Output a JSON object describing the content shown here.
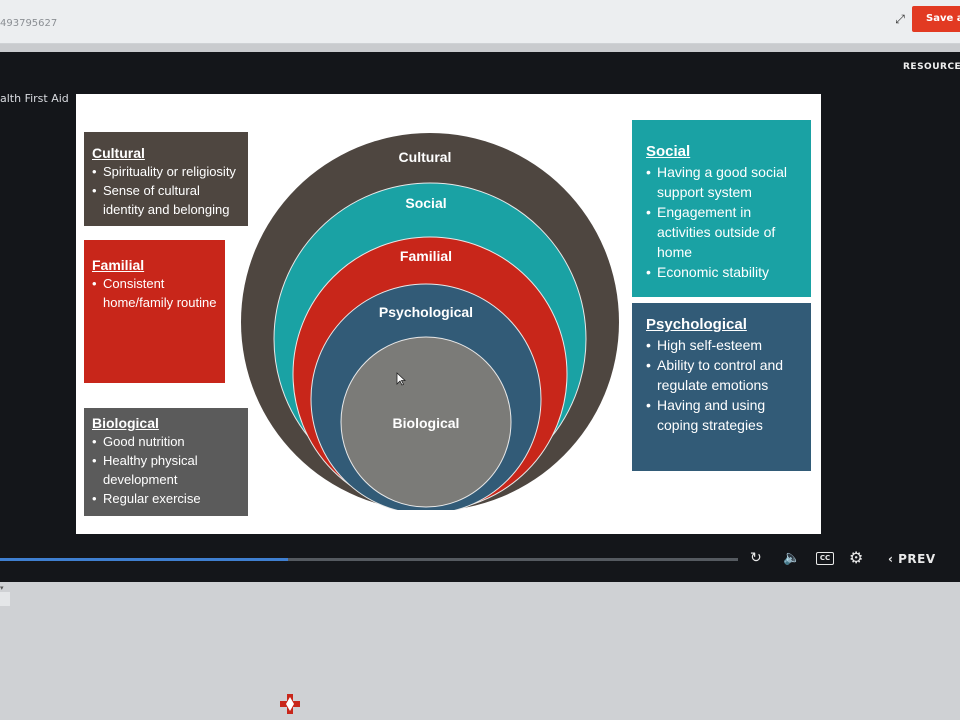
{
  "browser": {
    "doc_id": "493795627",
    "save_label": "Save ar"
  },
  "player": {
    "course_title": "alth First Aid",
    "resources_label": "RESOURCE",
    "progress_fraction": 0.39,
    "prev_label": "PREV",
    "cc_label": "CC"
  },
  "slide": {
    "diagram_rings": [
      "Cultural",
      "Social",
      "Familial",
      "Psychological",
      "Biological"
    ],
    "ring_colors": {
      "cultural": "#4e4640",
      "social": "#1aa2a4",
      "familial": "#c8261a",
      "psychological": "#325b77",
      "biological": "#7b7b78"
    },
    "cultural_box": {
      "heading": "Cultural",
      "items": [
        "Spirituality or religiosity",
        "Sense of cultural identity and belonging"
      ]
    },
    "familial_box": {
      "heading": "Familial",
      "items": [
        "Consistent home/family routine"
      ]
    },
    "biological_box": {
      "heading": "Biological",
      "items": [
        "Good nutrition",
        "Healthy physical development",
        "Regular exercise"
      ]
    },
    "social_box": {
      "heading": "Social",
      "items": [
        "Having a good social support system",
        "Engagement in activities outside of home",
        "Economic stability"
      ]
    },
    "psychological_box": {
      "heading": "Psychological",
      "items": [
        "High self-esteem",
        "Ability to control and regulate emotions",
        "Having and using coping strategies"
      ]
    }
  }
}
